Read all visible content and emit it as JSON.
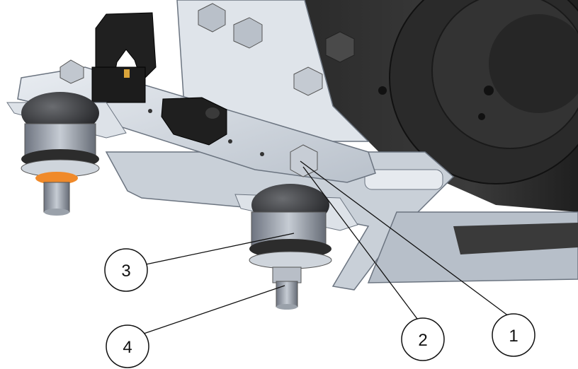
{
  "figure": {
    "description_colors": {
      "steel": "#cfd6de",
      "steel_dark": "#7d8794",
      "rubber": "#2f3033",
      "housing": "#3a3a3a",
      "accent_orange": "#f08a2a"
    }
  },
  "callouts": [
    {
      "id": "1",
      "label": "1"
    },
    {
      "id": "2",
      "label": "2"
    },
    {
      "id": "3",
      "label": "3"
    },
    {
      "id": "4",
      "label": "4"
    }
  ]
}
